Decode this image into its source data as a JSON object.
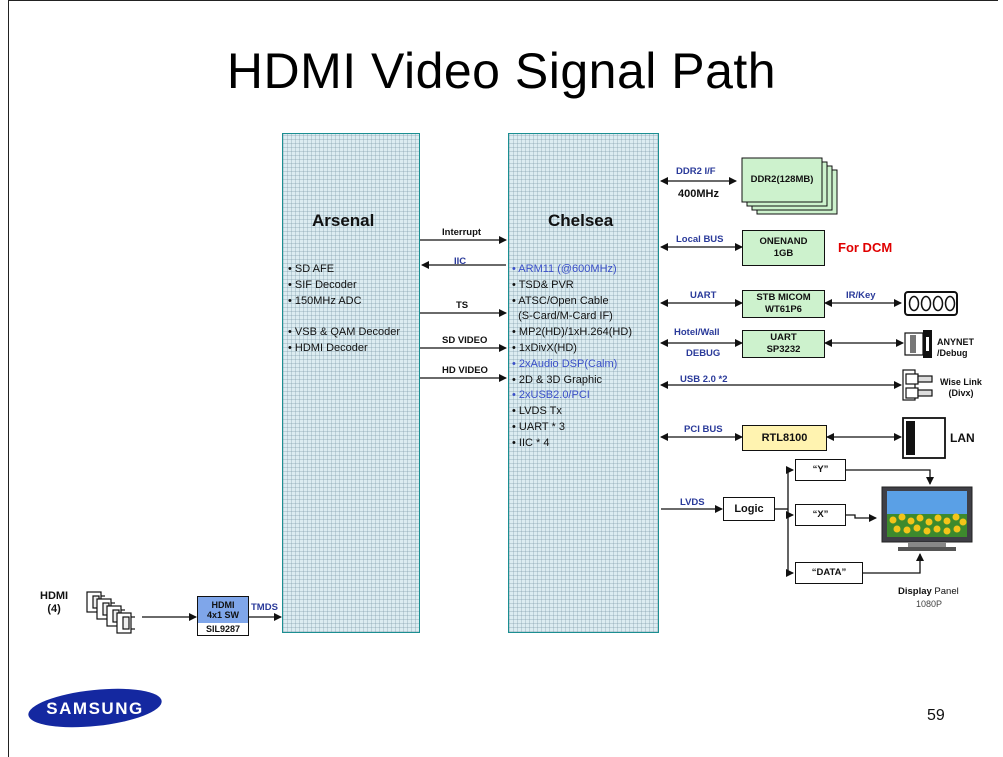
{
  "title": "HDMI Video Signal Path",
  "page_number": "59",
  "logo_text": "SAMSUNG",
  "arsenal": {
    "name": "Arsenal",
    "features": [
      "• SD AFE",
      "• SIF Decoder",
      "• 150MHz ADC",
      "",
      "• VSB & QAM Decoder",
      "• HDMI Decoder"
    ]
  },
  "chelsea": {
    "name": "Chelsea",
    "features": [
      {
        "text": "• ARM11 (@600MHz)",
        "color": "#3a4fc8"
      },
      {
        "text": "• TSD& PVR",
        "color": "#111111"
      },
      {
        "text": "• ATSC/Open Cable",
        "color": "#111111"
      },
      {
        "text": "  (S-Card/M-Card IF)",
        "color": "#111111"
      },
      {
        "text": "• MP2(HD)/1xH.264(HD)",
        "color": "#111111"
      },
      {
        "text": "• 1xDivX(HD)",
        "color": "#111111"
      },
      {
        "text": "• 2xAudio DSP(Calm)",
        "color": "#3a4fc8"
      },
      {
        "text": "• 2D & 3D Graphic",
        "color": "#111111"
      },
      {
        "text": "• 2xUSB2.0/PCI",
        "color": "#3a4fc8"
      },
      {
        "text": "• LVDS Tx",
        "color": "#111111"
      },
      {
        "text": "• UART * 3",
        "color": "#111111"
      },
      {
        "text": "• IIC * 4",
        "color": "#111111"
      }
    ]
  },
  "links": {
    "interrupt": "Interrupt",
    "iic": "IIC",
    "ts": "TS",
    "sd_video": "SD VIDEO",
    "hd_video": "HD VIDEO",
    "tmds": "TMDS",
    "ddr2_if": "DDR2 I/F",
    "ddr2_speed": "400MHz",
    "local_bus": "Local BUS",
    "uart": "UART",
    "ir_key": "IR/Key",
    "hotel_wall": "Hotel/Wall",
    "debug": "DEBUG",
    "usb": "USB 2.0 *2",
    "pci_bus": "PCI BUS",
    "lvds": "LVDS"
  },
  "blocks": {
    "ddr2": "DDR2(128MB)",
    "onenand": "ONENAND\n1GB",
    "for_dcm": "For DCM",
    "stb_micom": "STB MICOM\nWT61P6",
    "uart_sp": "UART\nSP3232",
    "rtl": "RTL8100",
    "logic": "Logic",
    "y": "“Y”",
    "x": "“X”",
    "data": "“DATA”",
    "hdmi_sw_line1": "HDMI\n4x1 SW",
    "hdmi_sw_line2": "SIL9287"
  },
  "connectors": {
    "hdmi_in": "HDMI\n(4)",
    "anynet": "ANYNET\n/Debug",
    "wise_link": "Wise Link\n(Divx)",
    "lan": "LAN",
    "display_bold": "Display",
    "display_rest": " Panel",
    "display_res": "1080P"
  },
  "colors": {
    "chip_border": "#1b8f92",
    "chip_fill": "#dcecf1",
    "green_box": "#cdf2cd",
    "yellow_box": "#fff3b0",
    "hdmi_sw_box": "#7fa6ea",
    "accent_blue": "#3a4fc8",
    "dcm_red": "#e00000",
    "logo_blue": "#1428a0"
  }
}
